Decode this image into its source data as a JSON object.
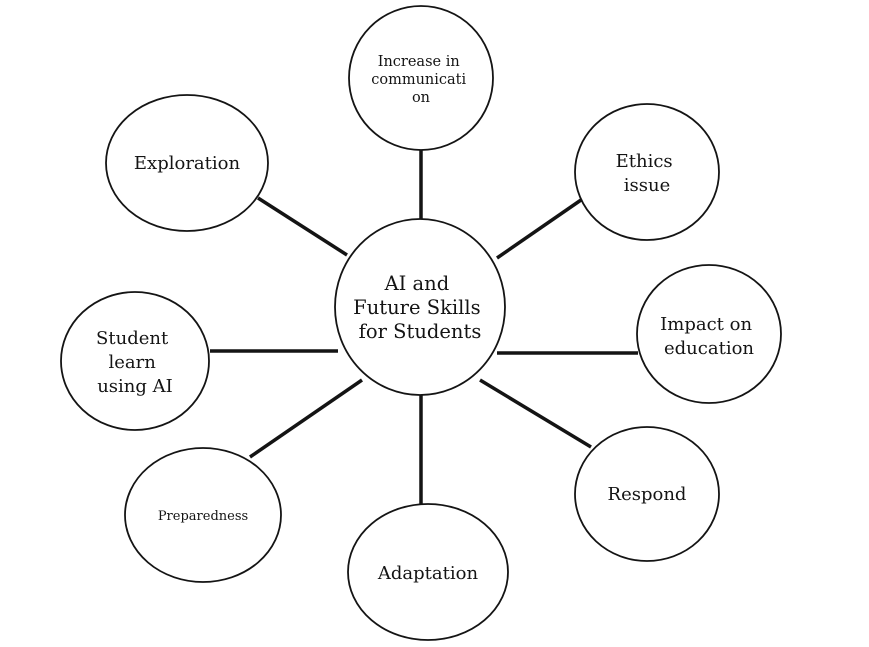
{
  "diagram": {
    "type": "mind-map",
    "center": {
      "lines": [
        "AI and",
        "Future Skills",
        "for Students"
      ]
    },
    "nodes": [
      {
        "key": "communication",
        "lines": [
          "Increase in",
          "communicati",
          "on"
        ]
      },
      {
        "key": "ethics",
        "lines": [
          "Ethics",
          "issue"
        ]
      },
      {
        "key": "impact",
        "lines": [
          "Impact on",
          "education"
        ]
      },
      {
        "key": "respond",
        "lines": [
          "Respond"
        ]
      },
      {
        "key": "adaptation",
        "lines": [
          "Adaptation"
        ]
      },
      {
        "key": "preparedness",
        "lines": [
          "Preparedness"
        ]
      },
      {
        "key": "student",
        "lines": [
          "Student",
          "learn",
          "using AI"
        ]
      },
      {
        "key": "exploration",
        "lines": [
          "Exploration"
        ]
      }
    ],
    "colors": {
      "stroke": "#141414",
      "fill": "#ffffff",
      "text": "#141414"
    }
  }
}
